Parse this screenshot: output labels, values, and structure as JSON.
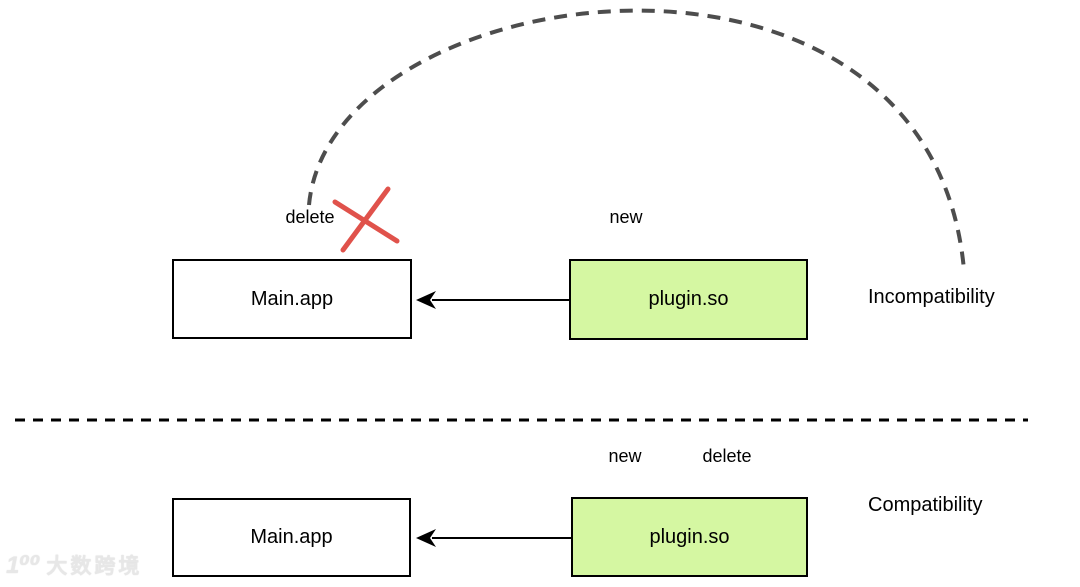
{
  "sections": {
    "incompatibility": {
      "main_box_label": "Main.app",
      "plugin_box_label": "plugin.so",
      "delete_label": "delete",
      "new_label": "new",
      "caption": "Incompatibility"
    },
    "compatibility": {
      "main_box_label": "Main.app",
      "plugin_box_label": "plugin.so",
      "new_label": "new",
      "delete_label": "delete",
      "caption": "Compatibility"
    }
  },
  "colors": {
    "background": "#ffffff",
    "plugin_box_fill": "#d5f7a2",
    "box_border": "#000000",
    "arrow": "#000000",
    "divider": "#000000",
    "incompatibility_arc": "#4d4d4d",
    "delete_cross": "#e0524b"
  },
  "icons": {
    "delete_cross": "red-x-cross-icon",
    "incompatibility_arc": "dashed-arc-connector",
    "arrow": "left-arrow-connector",
    "divider": "horizontal-dashed-divider"
  },
  "watermark": {
    "logo": "1⁰⁰",
    "text": "大数跨境"
  }
}
